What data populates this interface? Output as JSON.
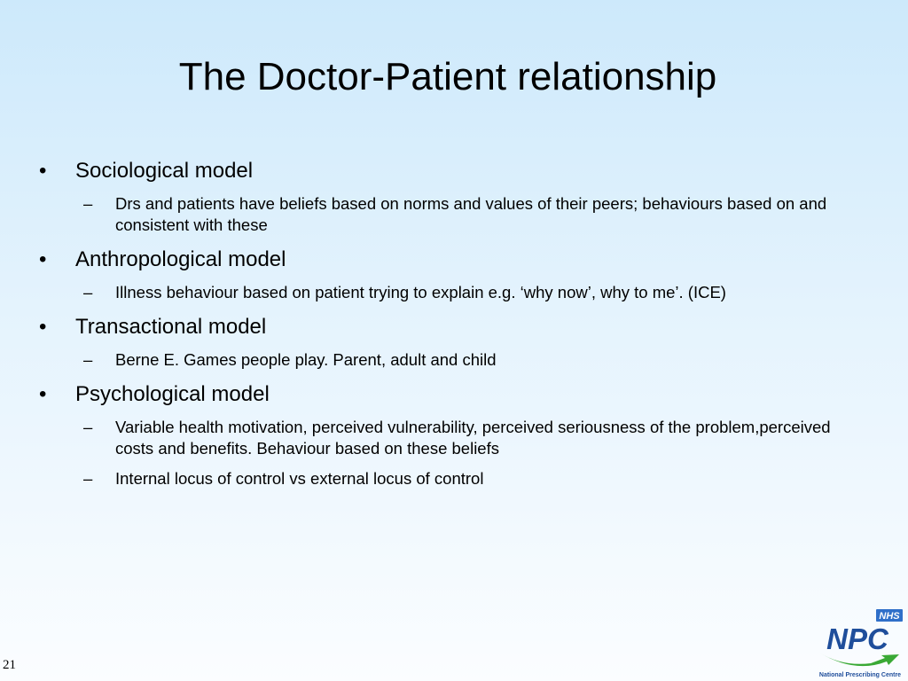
{
  "slide": {
    "title": "The Doctor-Patient relationship",
    "number": "21",
    "sections": [
      {
        "heading": "Sociological model",
        "points": [
          "Drs and patients have beliefs based on norms and values of their peers; behaviours based on and consistent with these"
        ]
      },
      {
        "heading": "Anthropological model",
        "points": [
          "Illness behaviour based on patient trying to explain e.g. ‘why now’, why to me’. (ICE)"
        ]
      },
      {
        "heading": "Transactional model",
        "points": [
          "Berne E. Games people play. Parent, adult and child"
        ]
      },
      {
        "heading": "Psychological model",
        "points": [
          "Variable health motivation, perceived vulnerability, perceived seriousness of the problem,perceived costs and benefits. Behaviour based on these beliefs",
          "Internal locus of control vs external locus of control"
        ]
      }
    ]
  },
  "logo": {
    "badge": "NHS",
    "name": "NPC",
    "subtitle": "National Prescribing Centre",
    "colors": {
      "blue": "#1f4e9b",
      "badge": "#2f6fc9",
      "green": "#3aa935"
    }
  }
}
